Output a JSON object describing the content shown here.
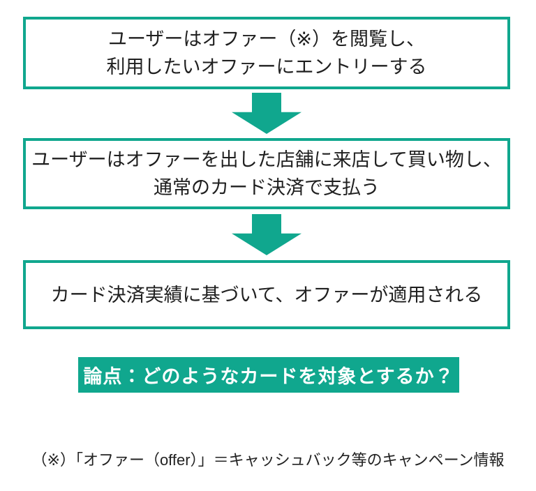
{
  "colors": {
    "accent": "#10a78e",
    "text": "#1f1f1f",
    "banner_text": "#ffffff",
    "background": "#ffffff"
  },
  "flow": {
    "steps": [
      {
        "lines": [
          "ユーザーはオファー（※）を閲覧し、",
          "利用したいオファーにエントリーする"
        ]
      },
      {
        "lines": [
          "ユーザーはオファーを出した店舗に来店して買い物し、",
          "通常のカード決済で支払う"
        ]
      },
      {
        "lines": [
          "カード決済実績に基づいて、オファーが適用される"
        ]
      }
    ]
  },
  "banner": {
    "label": "論点：どのようなカードを対象とするか？"
  },
  "footnote": {
    "text": "（※）「オファー（offer）」＝キャッシュバック等のキャンペーン情報"
  }
}
